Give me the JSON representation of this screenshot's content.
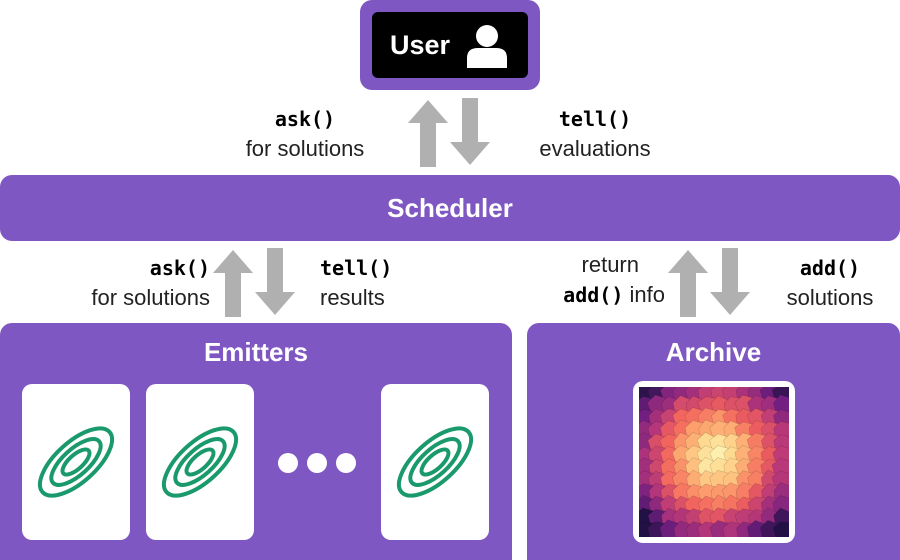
{
  "user": {
    "label": "User"
  },
  "top_left": {
    "code": "ask()",
    "text": "for solutions"
  },
  "top_right": {
    "code": "tell()",
    "text": "evaluations"
  },
  "scheduler": {
    "label": "Scheduler"
  },
  "mid_left": {
    "code": "ask()",
    "text": "for solutions"
  },
  "mid_center": {
    "code": "tell()",
    "text": "results"
  },
  "mid_right_left": {
    "line1": "return",
    "code": "add()",
    "text": "info"
  },
  "mid_right": {
    "code": "add()",
    "text": "solutions"
  },
  "emitters": {
    "title": "Emitters"
  },
  "archive": {
    "title": "Archive"
  },
  "colors": {
    "panel": "#7e57c2",
    "arrow": "#b0b0b0",
    "ellipse": "#1a9a6c"
  },
  "icons": [
    "user-icon",
    "up-arrow-icon",
    "down-arrow-icon",
    "ellipse-contour-icon",
    "ellipsis-dots-icon",
    "heatmap-archive-icon"
  ]
}
